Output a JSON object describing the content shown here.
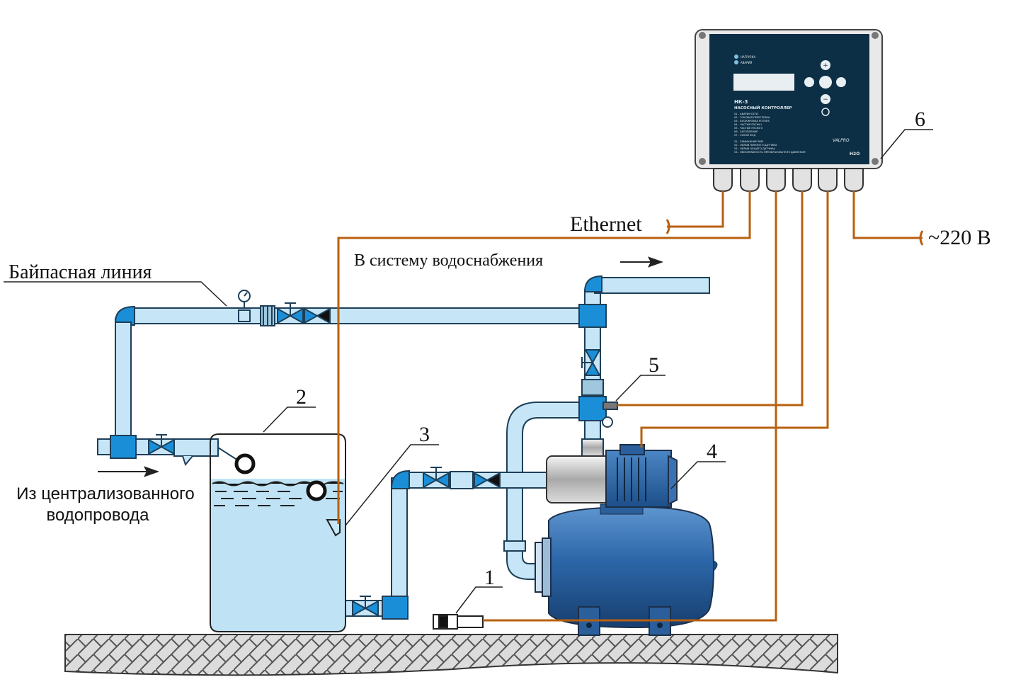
{
  "labels": {
    "bypass_line": "Байпасная линия",
    "to_supply": "В систему водоснабжения",
    "from_mains_line1": "Из централизованного",
    "from_mains_line2": "водопровода",
    "ethernet": "Ethernet",
    "power": "~220 В"
  },
  "callouts": {
    "n1": "1",
    "n2": "2",
    "n3": "3",
    "n4": "4",
    "n5": "5",
    "n6": "6"
  },
  "controller": {
    "led1": "НАГРУЗКА",
    "led2": "АВАРИЯ",
    "model": "НК-3",
    "title": "НАСОСНЫЙ КОНТРОЛЛЕР",
    "codes": [
      "01 - АВАРИЯ СЕТИ",
      "02 - ТОКОВАЯ ПЕРЕГРУЗКА",
      "03 - БЛОКИРОВКА РОТОРА",
      "04 - ЧАСТЫЕ ПУСКИ I",
      "05 - ЧАСТЫЕ ПУСКИ II",
      "06 - ЗАТОПЛЕНИЕ",
      "07 - СУХОЙ ХОД"
    ],
    "codes2": [
      "51 - ЗАМЫКАНИЕ ЯКМ",
      "52 - ОБРЫВ НИЖНЕГО ДАТЧИКА",
      "53 - ОБРЫВ ОБЩЕГО ДАТЧИКА",
      "54 - НЕИСПРАВНОСТЬ ПРЕОБРАЗОВАТЕЛЯ ДАВЛЕНИЯ"
    ],
    "brand": "VALPRO",
    "brand2": "H2O"
  },
  "colors": {
    "pipe_fill": "#c6e6f8",
    "pipe_joint": "#1a8fd8",
    "wire": "#b8600f",
    "water": "#bfe3f5",
    "tank_blue": "#2f6fb3",
    "controller_body": "#0d2f45",
    "ground_hatch": "#555555"
  },
  "icons": [
    "gate-valve-icon",
    "check-valve-icon",
    "pressure-gauge-icon",
    "float-valve-icon",
    "pressure-sensor-icon",
    "cable-gland-icon"
  ]
}
